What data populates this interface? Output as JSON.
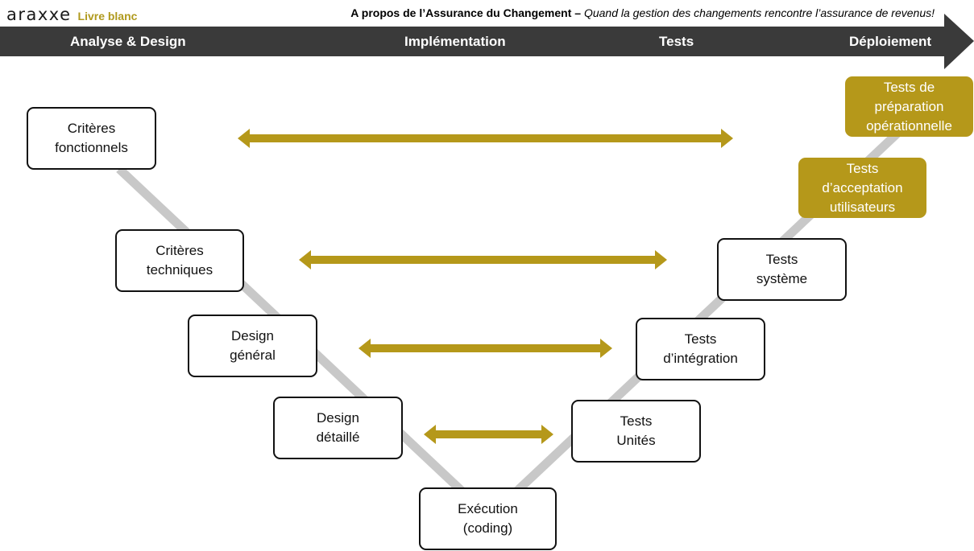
{
  "brand": {
    "logo": "araxxe",
    "subtitle": "Livre blanc"
  },
  "tagline": {
    "bold": "A propos de l’Assurance du Changement –",
    "italic": "Quand la gestion des changements rencontre l’assurance de revenus!"
  },
  "phases": [
    "Analyse & Design",
    "Implémentation",
    "Tests",
    "Déploiement"
  ],
  "colors": {
    "banner": "#3a3a3a",
    "accent": "#b5981a",
    "line": "#c8c8c8"
  },
  "left_steps": [
    "Critères\nfonctionnels",
    "Critères\ntechniques",
    "Design\ngénéral",
    "Design\ndétaillé"
  ],
  "bottom_step": "Exécution\n(coding)",
  "right_steps": [
    "Tests\nUnités",
    "Tests\nd’intégration",
    "Tests\nsystème",
    "Tests\nd’acceptation\nutilisateurs",
    "Tests de\npréparation\nopérationnelle"
  ]
}
